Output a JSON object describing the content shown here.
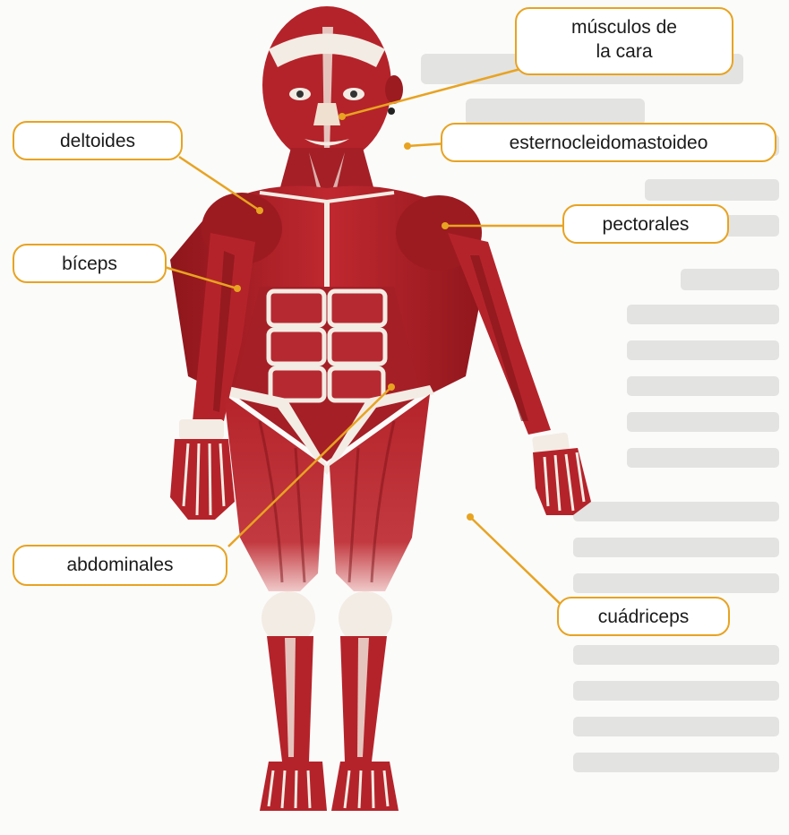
{
  "diagram": {
    "labels": {
      "musculos_cara": [
        "músculos de",
        "la cara"
      ],
      "deltoides": "deltoides",
      "esternocleidomastoideo": "esternocleidomastoideo",
      "pectorales": "pectorales",
      "biceps": "bíceps",
      "abdominales": "abdominales",
      "cuadriceps": "cuádriceps"
    }
  },
  "colors": {
    "muscle": "#b5232a",
    "muscle_dark": "#7e1419",
    "tendon": "#f3ece4",
    "leader_line": "#e8a321"
  }
}
